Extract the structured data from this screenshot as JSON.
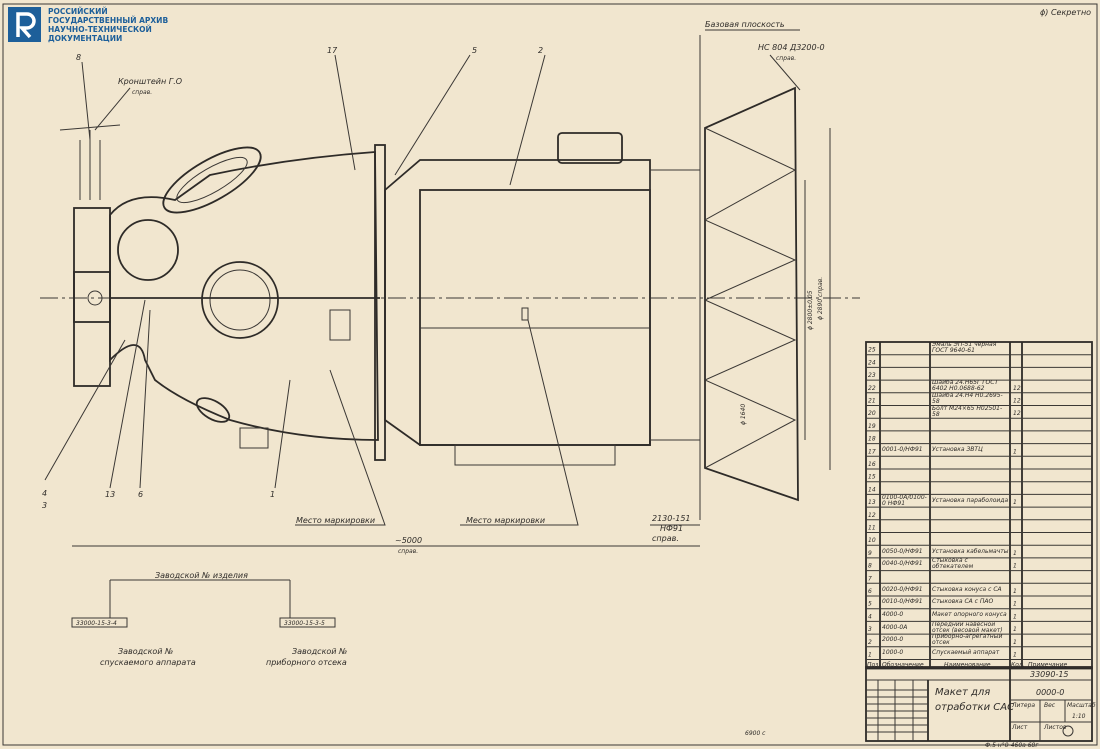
{
  "logo": {
    "org_lines": [
      "РОССИЙСКИЙ",
      "ГОСУДАРСТВЕННЫЙ АРХИВ",
      "НАУЧНО-ТЕХНИЧЕСКОЙ",
      "ДОКУМЕНТАЦИИ"
    ],
    "color": "#1d5f9a"
  },
  "stamp": "ϕ) Секретно",
  "callouts": {
    "c8": "8",
    "bracket": "Кронштейн Г.О",
    "bracket_ref": "справ.",
    "c17": "17",
    "c5": "5",
    "c2": "2",
    "base_plane": "Базовая плоскость",
    "hs": "НС 804 Д3200-0",
    "hs_ref": "справ.",
    "c4": "4",
    "c3": "3",
    "c13": "13",
    "c6": "6",
    "c1": "1",
    "mark1": "Место маркировки",
    "mark2": "Место маркировки",
    "ref2130": "2130-151",
    "ref_nf": "НФ91",
    "ref_sprav": "справ.",
    "length": "~5000",
    "length_ref": "справ.",
    "d1": "ϕ 2800±0,05",
    "d2": "ϕ 2890 справ.",
    "d3": "ϕ 1640"
  },
  "serials": {
    "title": "Заводской № изделия",
    "left_plate": "33000-15-3-4",
    "right_plate": "33000-15-3-5",
    "left_caption1": "Заводской №",
    "left_caption2": "спускаемого аппарата",
    "right_caption1": "Заводской №",
    "right_caption2": "приборного отсека"
  },
  "parts_table": {
    "headers": [
      "Поз.",
      "Обозначение",
      "Наименование",
      "Кол.",
      "Примечание"
    ],
    "rows": [
      {
        "pos": "25",
        "des": "",
        "name": "Эмаль ЭП-51 черная ГОСТ 9640-61",
        "qty": ""
      },
      {
        "pos": "24",
        "des": "",
        "name": "",
        "qty": ""
      },
      {
        "pos": "23",
        "des": "",
        "name": "",
        "qty": ""
      },
      {
        "pos": "22",
        "des": "",
        "name": "Шайба 24.Н65Г ГОСТ 6402 Н0.0688-62",
        "qty": "12"
      },
      {
        "pos": "21",
        "des": "",
        "name": "Шайба 24.Н4 Н0.2695-58",
        "qty": "12"
      },
      {
        "pos": "20",
        "des": "",
        "name": "Болт М24×65 Н02501-58",
        "qty": "12"
      },
      {
        "pos": "19",
        "des": "",
        "name": "",
        "qty": ""
      },
      {
        "pos": "18",
        "des": "",
        "name": "",
        "qty": ""
      },
      {
        "pos": "17",
        "des": "0001-0/НФ91",
        "name": "Установка ЗВТЦ",
        "qty": "1"
      },
      {
        "pos": "16",
        "des": "",
        "name": "",
        "qty": ""
      },
      {
        "pos": "15",
        "des": "",
        "name": "",
        "qty": ""
      },
      {
        "pos": "14",
        "des": "",
        "name": "",
        "qty": ""
      },
      {
        "pos": "13",
        "des": "0100-0А/0100-0 НФ91",
        "name": "Установка параболоида",
        "qty": "1"
      },
      {
        "pos": "12",
        "des": "",
        "name": "",
        "qty": ""
      },
      {
        "pos": "11",
        "des": "",
        "name": "",
        "qty": ""
      },
      {
        "pos": "10",
        "des": "",
        "name": "",
        "qty": ""
      },
      {
        "pos": "9",
        "des": "0050-0/НФ91",
        "name": "Установка кабельмачты",
        "qty": "1"
      },
      {
        "pos": "8",
        "des": "0040-0/НФ91",
        "name": "Стыковка с обтекателем",
        "qty": "1"
      },
      {
        "pos": "7",
        "des": "",
        "name": "",
        "qty": ""
      },
      {
        "pos": "6",
        "des": "0020-0/НФ91",
        "name": "Стыковка конуса с СА",
        "qty": "1"
      },
      {
        "pos": "5",
        "des": "0010-0/НФ91",
        "name": "Стыковка СА с ПАО",
        "qty": "1"
      },
      {
        "pos": "4",
        "des": "4000-0",
        "name": "Макет опорного конуса",
        "qty": "1"
      },
      {
        "pos": "3",
        "des": "4000-0А",
        "name": "Передний навесной отсек (весовой макет)",
        "qty": "1"
      },
      {
        "pos": "2",
        "des": "2000-0",
        "name": "Приборно-агрегатный отсек",
        "qty": "1"
      },
      {
        "pos": "1",
        "des": "1000-0",
        "name": "Спускаемый аппарат",
        "qty": "1"
      }
    ]
  },
  "title_block": {
    "doc_number": "33090-15",
    "title_line1": "Макет для",
    "title_line2": "отработки САС",
    "code": "0000-0",
    "litera": "Литера",
    "mass": "Вес",
    "scale_label": "Масштаб",
    "scale": "1:10",
    "sheet": "Лист",
    "sheets": "Листов",
    "bottom_note": "Ф.5 н°0-460а 68г"
  },
  "margin_note": "6900 с"
}
